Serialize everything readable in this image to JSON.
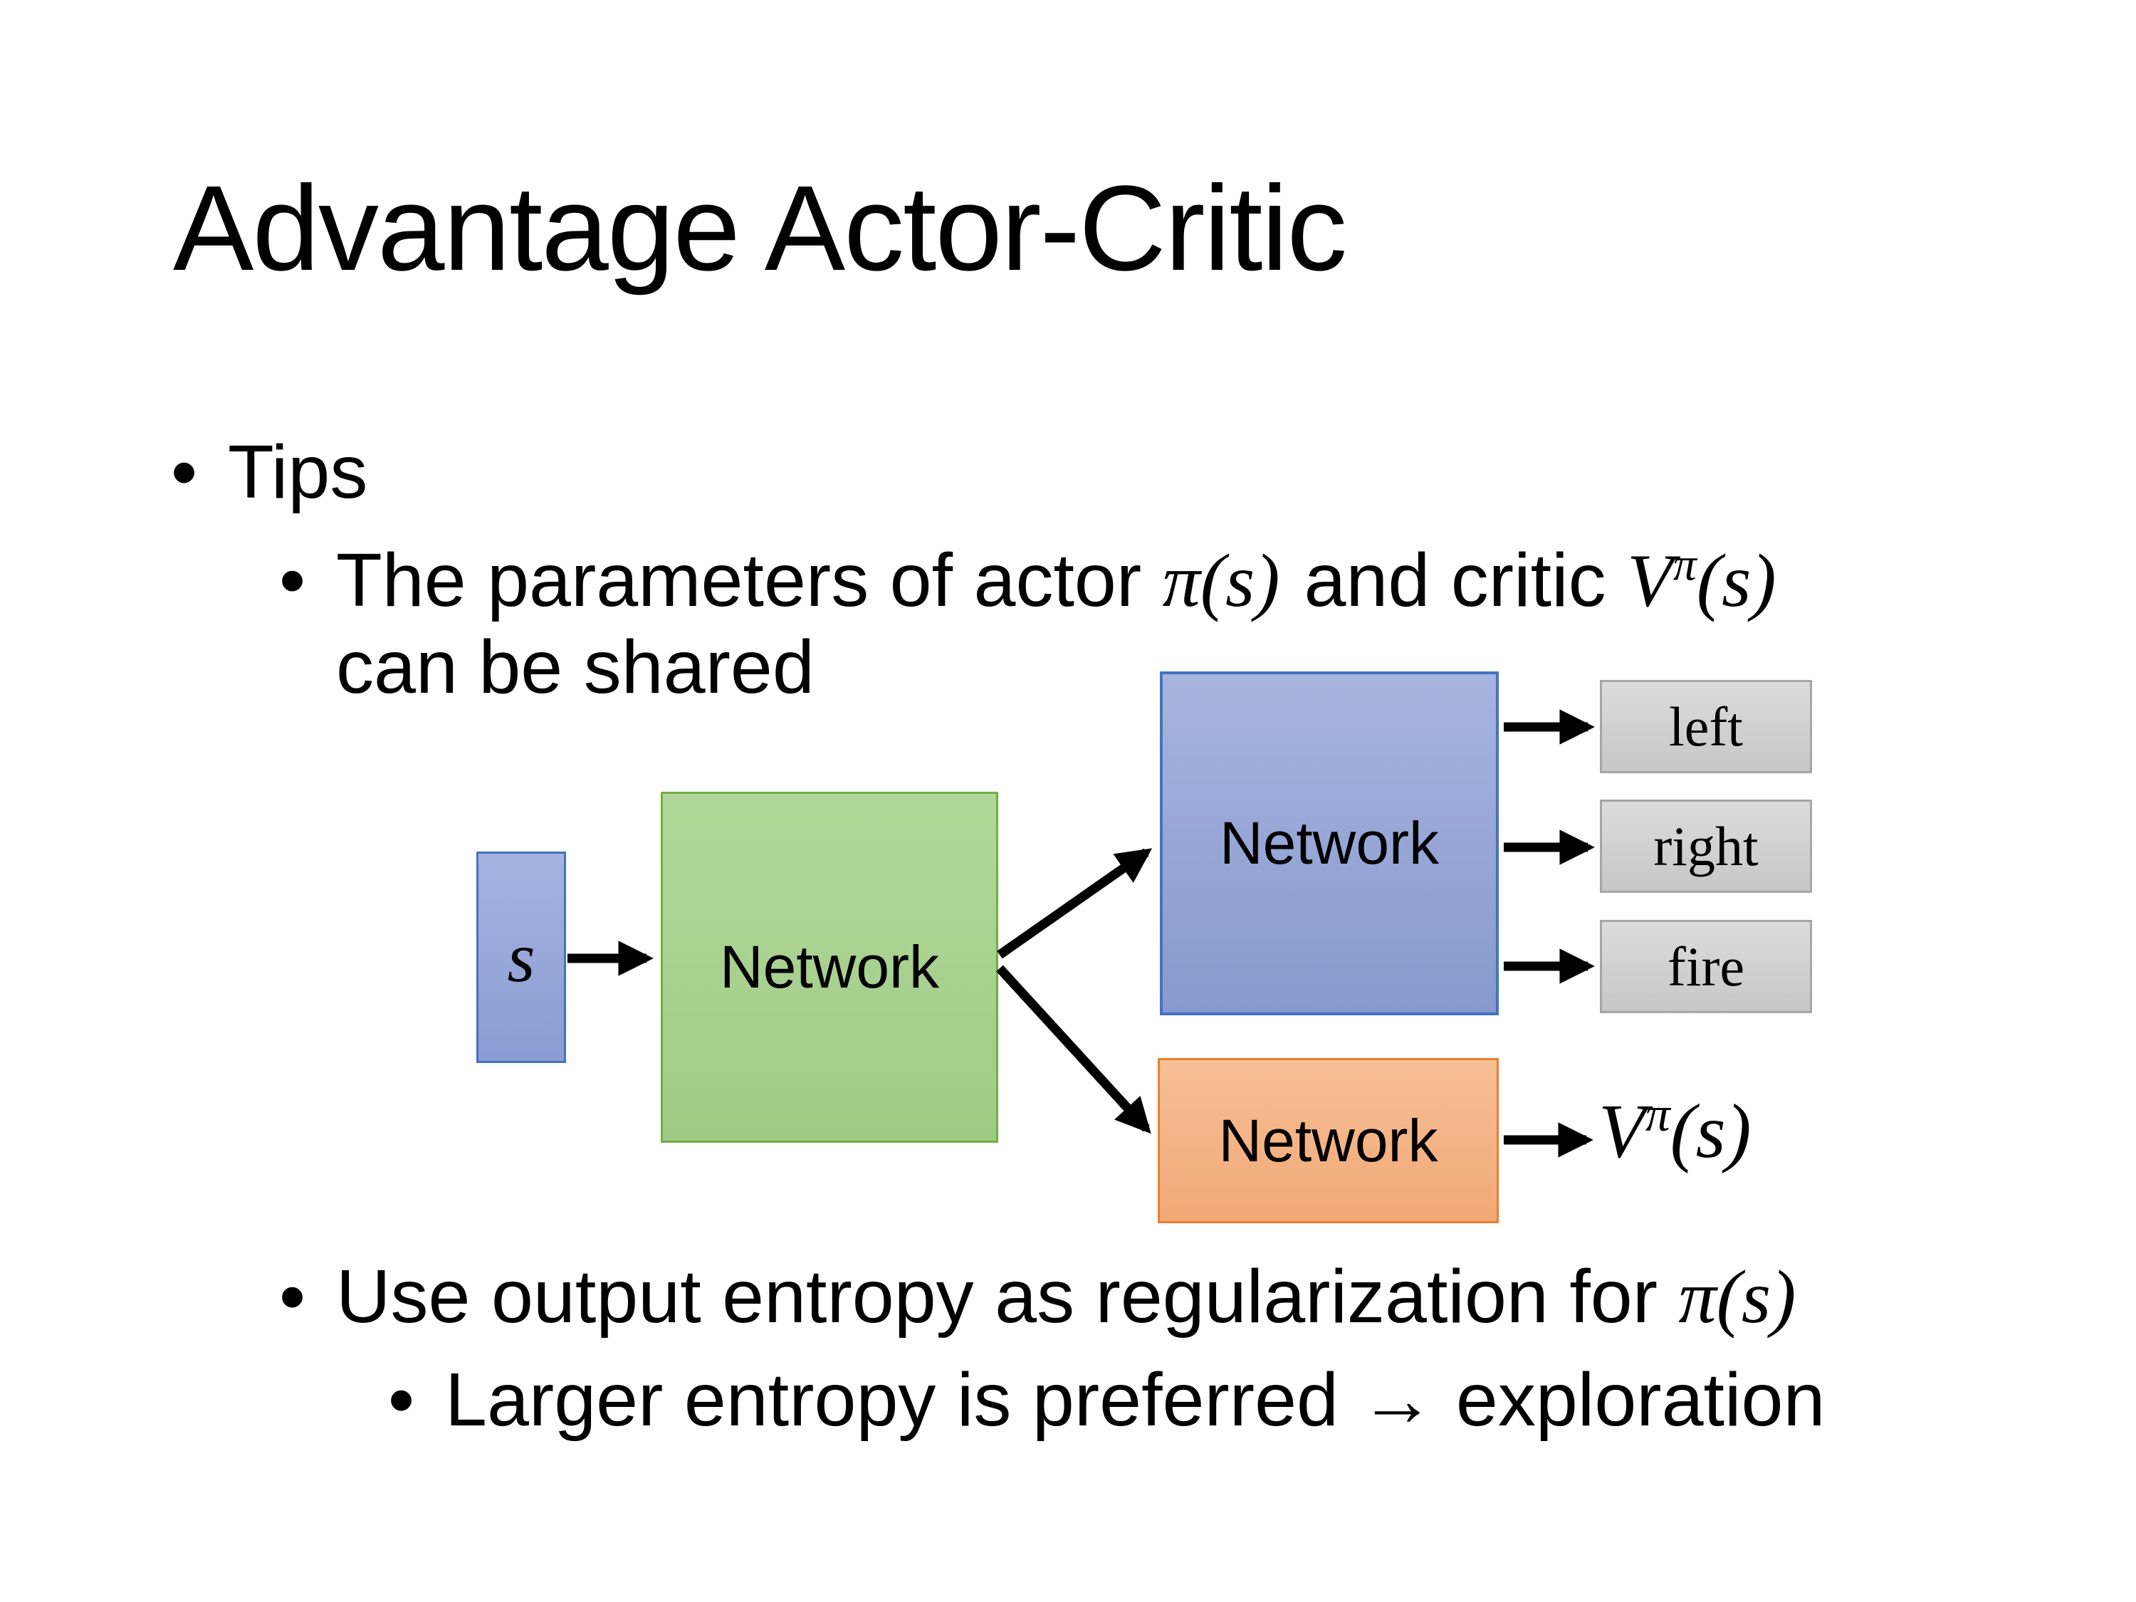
{
  "title": "Advantage Actor-Critic",
  "bullets": {
    "dot": "•",
    "tips": "Tips",
    "param_prefix": "The parameters of actor ",
    "param_pi": "π(s)",
    "param_mid": "and critic ",
    "critic_V": "V",
    "critic_sup": "π",
    "critic_args": "(s)",
    "param_line2": "can be shared",
    "reg_prefix": "Use output entropy as regularization for ",
    "reg_pi": "π(s)",
    "explore": "Larger entropy is preferred → exploration"
  },
  "diagram": {
    "state_label": "s",
    "shared_network_label": "Network",
    "actor_network_label": "Network",
    "critic_network_label": "Network",
    "actions": [
      "left",
      "right",
      "fire"
    ],
    "critic_output_V": "V",
    "critic_output_sup": "π",
    "critic_output_args": "(s)"
  },
  "colors": {
    "background": "#ffffff",
    "text": "#000000",
    "state_fill": "#97a9d9",
    "state_border": "#4472c4",
    "shared_fill": "#a9d18e",
    "shared_border": "#70ad47",
    "actor_fill": "#98a7d6",
    "actor_border": "#4472c4",
    "critic_fill": "#f4b183",
    "critic_border": "#ed7d31",
    "action_fill": "#d2d2d2",
    "action_border": "#a6a6a6",
    "arrow": "#000000"
  }
}
